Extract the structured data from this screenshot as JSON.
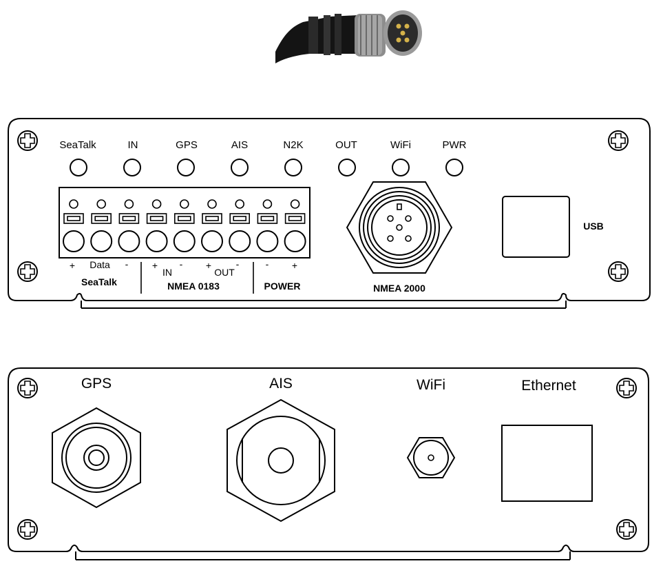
{
  "top_panel": {
    "leds": [
      "SeaTalk",
      "IN",
      "GPS",
      "AIS",
      "N2K",
      "OUT",
      "WiFi",
      "PWR"
    ],
    "terminal_signs": [
      "+",
      "Data",
      "-",
      "+",
      "IN",
      "-",
      "+",
      "OUT",
      "-",
      "-",
      "+"
    ],
    "group_labels": {
      "seatalk": "SeaTalk",
      "nmea0183": "NMEA 0183",
      "power": "POWER",
      "nmea2000": "NMEA 2000",
      "usb": "USB"
    }
  },
  "bottom_panel": {
    "gps": "GPS",
    "ais": "AIS",
    "wifi": "WiFi",
    "ethernet": "Ethernet"
  }
}
